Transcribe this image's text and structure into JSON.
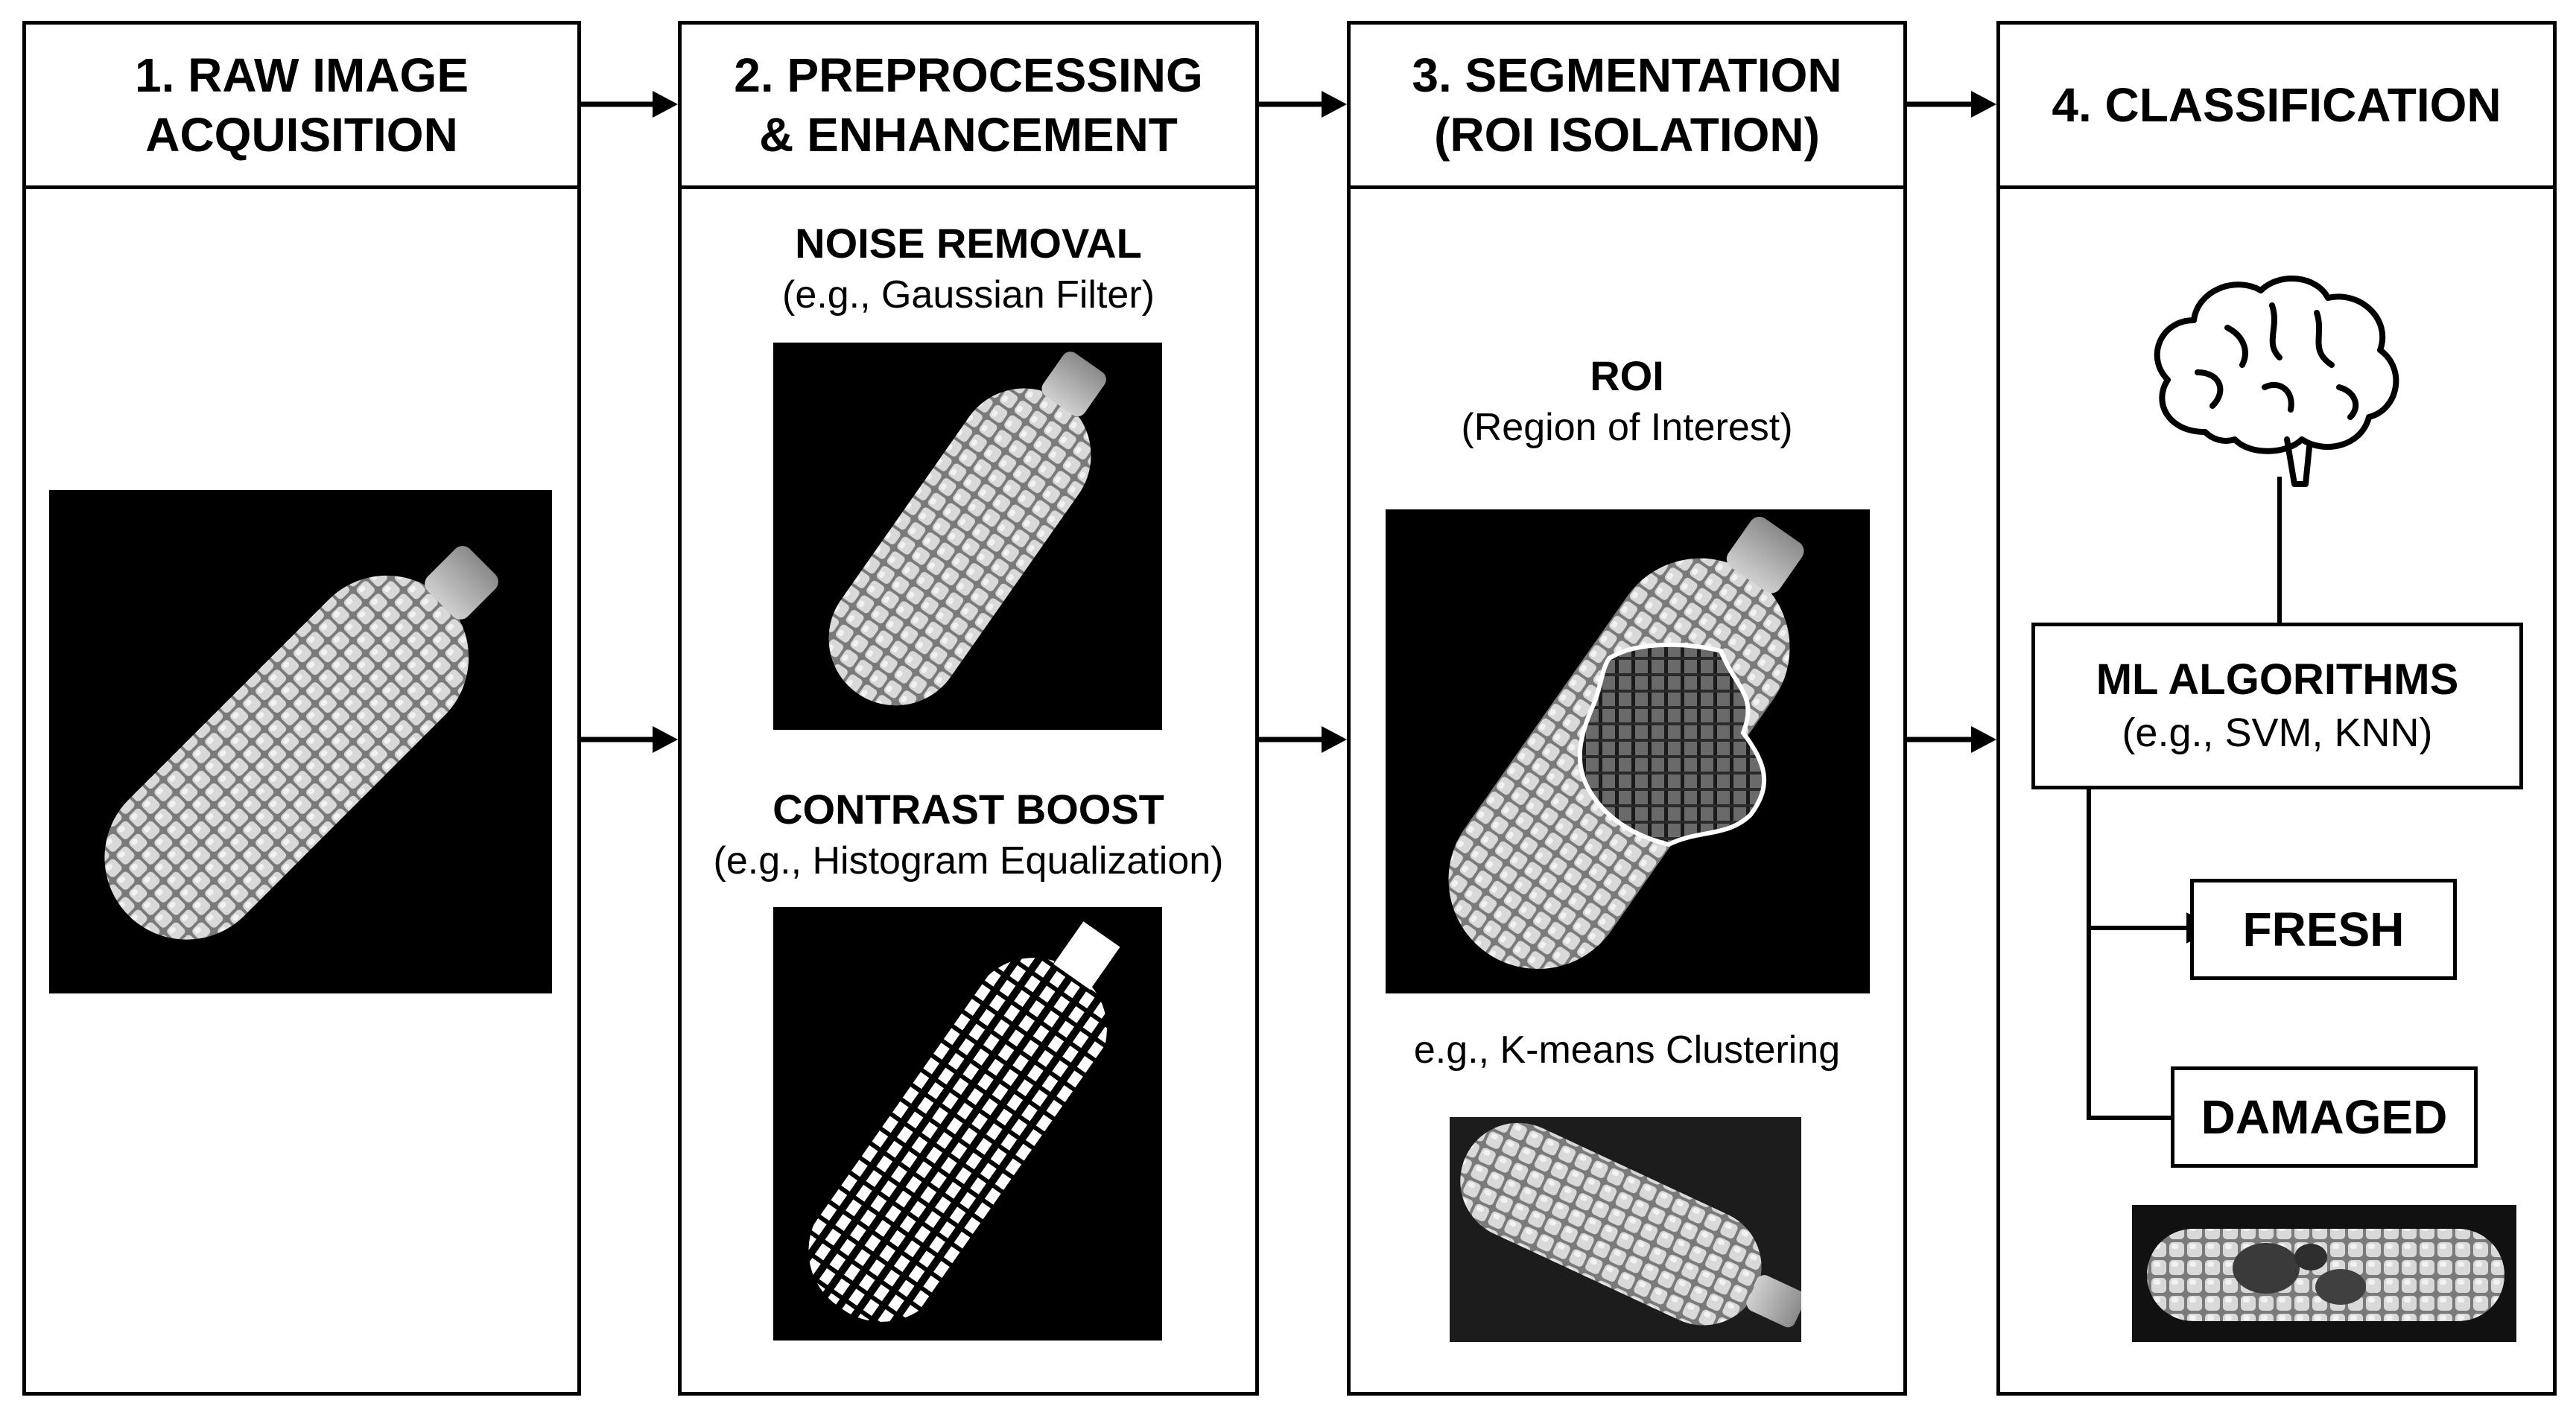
{
  "stages": [
    {
      "title_line1": "1. RAW IMAGE",
      "title_line2": "ACQUISITION"
    },
    {
      "title_line1": "2. PREPROCESSING",
      "title_line2": "& ENHANCEMENT"
    },
    {
      "title_line1": "3. SEGMENTATION",
      "title_line2": "(ROI ISOLATION)"
    },
    {
      "title_line1": "4. CLASSIFICATION",
      "title_line2": ""
    }
  ],
  "preprocessing": {
    "noise_title": "NOISE REMOVAL",
    "noise_example": "(e.g., Gaussian Filter)",
    "contrast_title": "CONTRAST BOOST",
    "contrast_example": "(e.g., Histogram Equalization)"
  },
  "segmentation": {
    "roi_title": "ROI",
    "roi_subtitle": "(Region of Interest)",
    "method": "e.g., K-means Clustering"
  },
  "classification": {
    "ml_title": "ML ALGORITHMS",
    "ml_example": "(e.g., SVM, KNN)",
    "outputs": [
      "FRESH",
      "DAMAGED"
    ]
  },
  "icons": {
    "brain": "brain-icon",
    "arrow": "arrow-right-icon"
  }
}
